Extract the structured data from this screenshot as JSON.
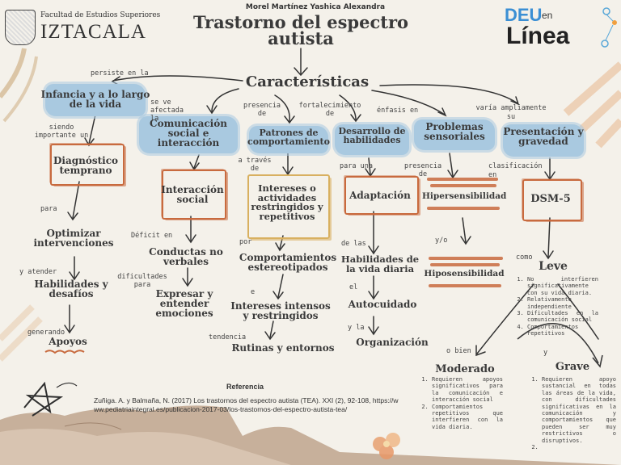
{
  "header": {
    "author": "Morel Martínez Yashica Alexandra",
    "title": "Trastorno del espectro autista",
    "subtitle": "Características",
    "logo_left_top": "Facultad de Estudios Superiores",
    "logo_left_main": "IZTACALA",
    "logo_right_deu": "DEU",
    "logo_right_en": "en",
    "logo_right_linea": "Línea"
  },
  "colors": {
    "box_blue": "#a9c9e0",
    "accent_orange": "#c86a3e",
    "accent_gold": "#d8b060",
    "background": "#f4f1ea"
  },
  "categories": {
    "c1": "Infancia y a lo largo de la vida",
    "c2": "Comunicación social e interacción",
    "c3": "Patrones de comportamiento",
    "c4": "Desarrollo de habilidades",
    "c5": "Problemas sensoriales",
    "c6": "Presentación y gravedad"
  },
  "connectors": {
    "persiste": "persiste en la",
    "se_ve": "se ve afectada la",
    "presencia": "presencia de",
    "fortalecimiento": "fortalecimiento de",
    "enfasis": "énfasis en",
    "varia": "varía ampliamente su",
    "siendo": "siendo importante un",
    "para": "para",
    "y_atender": "y atender",
    "generando": "generando",
    "deficit": "Déficit en",
    "dificultades": "dificultades para",
    "a_traves": "a través de",
    "por": "por",
    "e": "e",
    "tendencia": "tendencia",
    "para_una": "para una",
    "de_las": "de las",
    "el": "el",
    "y_la": "y la",
    "presencia2": "presencia de",
    "y_o": "y/o",
    "clasificacion": "clasificación en",
    "como": "como",
    "o_bien": "o bien",
    "y": "y"
  },
  "nodes": {
    "diagnostico": "Diagnóstico temprano",
    "optimizar": "Optimizar intervenciones",
    "habilidades": "Habilidades y desafíos",
    "apoyos": "Apoyos",
    "interaccion": "Interacción social",
    "conductas": "Conductas no verbales",
    "expresar": "Expresar y entender emociones",
    "intereses": "Intereses o actividades restringidos y repetitivos",
    "comportamientos": "Comportamientos estereotipados",
    "intereses_int": "Intereses intensos y restringidos",
    "rutinas": "Rutinas y entornos",
    "adaptacion": "Adaptación",
    "hab_vida": "Habilidades de la vida diaria",
    "autocuidado": "Autocuidado",
    "organizacion": "Organización",
    "hiper": "Hipersensibilidad",
    "hipo": "Hiposensibilidad",
    "dsm": "DSM-5",
    "leve": "Leve",
    "moderado": "Moderado",
    "grave": "Grave"
  },
  "leve_list": [
    "No interfieren significativamente con su vida diaria.",
    "Relativamente independiente",
    "Dificultades en la comunicación social",
    "Comportamientos repetitivos"
  ],
  "moderado_list": [
    "Requieren apoyos significativos para la comunicación e interacción social",
    "Comportamientos repetitivos que interfieren con la vida diaria."
  ],
  "grave_list": [
    "Requieren apoyo sustancial en todas las áreas de la vida, con dificultades significativas en la comunicación y comportamientos que pueden ser muy restrictivos o disruptivos.",
    ""
  ],
  "reference": {
    "heading": "Referencia",
    "text": "Zuñiga. A. y Balmaña, N. (2017) Los trastornos del espectro autista (TEA). XXI (2), 92-108, https://www.pediatriaintegral.es/publicacion-2017-03/los-trastornos-del-espectro-autista-tea/"
  }
}
